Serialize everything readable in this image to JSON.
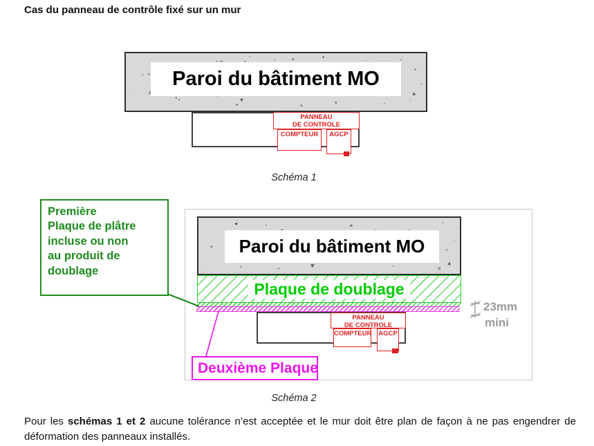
{
  "document": {
    "title": "Cas du panneau de contrôle fixé sur un mur",
    "footer": {
      "prefix": "Pour les ",
      "bold": "schémas 1 et 2",
      "suffix": " aucune tolérance n’est acceptée et le mur doit être plan de façon à ne pas engendrer de déformation des panneaux installés."
    }
  },
  "schema1": {
    "caption": "Schéma 1",
    "wall_label": "Paroi du bâtiment MO",
    "panel_label": "PANNEAU\nDE CONTROLE",
    "meter_label": "COMPTEUR",
    "agcp_label": "AGCP"
  },
  "schema2": {
    "caption": "Schéma 2",
    "wall_label": "Paroi du bâtiment MO",
    "lining_label": "Plaque de doublage",
    "panel_label": "PANNEAU\nDE CONTROLE",
    "meter_label": "COMPTEUR",
    "agcp_label": "AGCP",
    "first_plate_callout": "Première\nPlaque de plâtre\nincluse ou non\nau produit de\ndoublage",
    "second_plate_label": "Deuxième Plaque",
    "dimension_value": "23mm",
    "dimension_qualifier": "mini"
  },
  "colors": {
    "accent_red": "#e02020",
    "bright_green": "#00cc00",
    "dark_green": "#1f8a1f",
    "magenta": "#e816e8",
    "dim_gray": "#9a9a9a",
    "wall_gray": "#d9d9d9",
    "wall_border": "#2f2f2f",
    "support_border": "#3f3f3f",
    "frame_gray": "#c9c9c9"
  }
}
